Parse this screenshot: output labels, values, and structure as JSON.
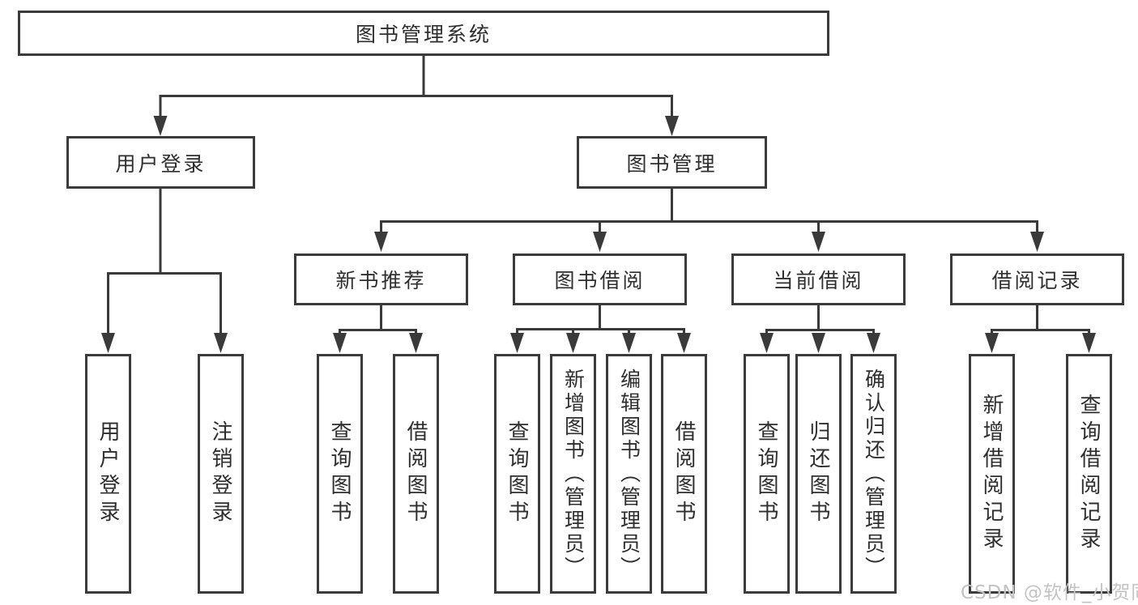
{
  "diagram": {
    "root": {
      "label": "图书管理系统"
    },
    "branches": [
      {
        "label": "用户登录",
        "children": [
          {
            "label": "用户登录"
          },
          {
            "label": "注销登录"
          }
        ]
      },
      {
        "label": "图书管理",
        "children": [
          {
            "label": "新书推荐",
            "children": [
              {
                "label": "查询图书"
              },
              {
                "label": "借阅图书"
              }
            ]
          },
          {
            "label": "图书借阅",
            "children": [
              {
                "label": "查询图书"
              },
              {
                "label": "新增图书（管理员）"
              },
              {
                "label": "编辑图书（管理员）"
              },
              {
                "label": "借阅图书"
              }
            ]
          },
          {
            "label": "当前借阅",
            "children": [
              {
                "label": "查询图书"
              },
              {
                "label": "归还图书"
              },
              {
                "label": "确认归还（管理员）"
              }
            ]
          },
          {
            "label": "借阅记录",
            "children": [
              {
                "label": "新增借阅记录"
              },
              {
                "label": "查询借阅记录"
              }
            ]
          }
        ]
      }
    ]
  },
  "watermark": {
    "text": "CSDN @软件_小贺同学"
  },
  "colors": {
    "line": "#3a3a3a",
    "border": "#3b3b3b",
    "text": "#2e2e2e",
    "background": "#ffffff",
    "watermark": "#c3c3c3"
  }
}
